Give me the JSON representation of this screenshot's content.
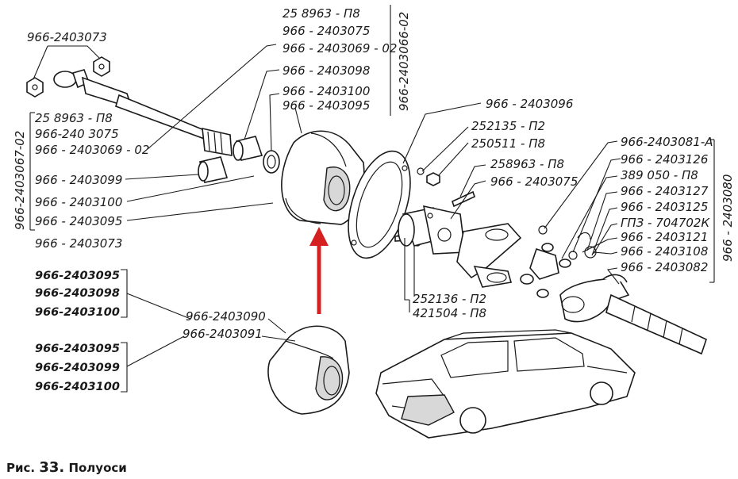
{
  "caption": {
    "prefix": "Рис.",
    "number": "33.",
    "title": "Полуоси"
  },
  "labels": {
    "top_left_nut": "966-2403073",
    "top_group_1": "25 8963 - П8",
    "top_group_2": "966 - 2403075",
    "top_group_3": "966 - 2403069 - 02",
    "top_group_bracket": "966-2403066-02",
    "top_2403098": "966 - 2403098",
    "top_2403100": "966 - 2403100",
    "top_2403095": "966 - 2403095",
    "left_group_1": "25 8963 - П8",
    "left_group_2": "966-240 3075",
    "left_group_3": "966 - 2403069 - 02",
    "left_group_bracket": "966-2403067-02",
    "left_2403099": "966 - 2403099",
    "left_2403100": "966 - 2403100",
    "left_2403095": "966 - 2403095",
    "left_2403073": "966 - 2403073",
    "right_2403096": "966 - 2403096",
    "right_252135": "252135 - П2",
    "right_250511": "250511 - П8",
    "right_258963": "258963 - П8",
    "right_2403075": "966 - 2403075",
    "bottom_252136": "252136 - П2",
    "bottom_421504": "421504 - П8",
    "far_2403081": "966-2403081-А",
    "far_2403126": "966 - 2403126",
    "far_389050": "389 050 - П8",
    "far_2403127": "966 - 2403127",
    "far_2403125": "966 - 2403125",
    "far_gpz": "ГПЗ - 704702К",
    "far_2403121": "966 - 2403121",
    "far_2403108": "966 - 2403108",
    "far_2403082": "966 - 2403082",
    "far_bracket": "966 - 2403080",
    "kit1_a": "966-2403095",
    "kit1_b": "966-2403098",
    "kit1_c": "966-2403100",
    "kit2_a": "966-2403095",
    "kit2_b": "966-2403099",
    "kit2_c": "966-2403100",
    "mid_2403090": "966-2403090",
    "mid_2403091": "966-2403091"
  },
  "colors": {
    "ink": "#1a1a1a",
    "arrow": "#d42020",
    "paper": "#ffffff"
  }
}
